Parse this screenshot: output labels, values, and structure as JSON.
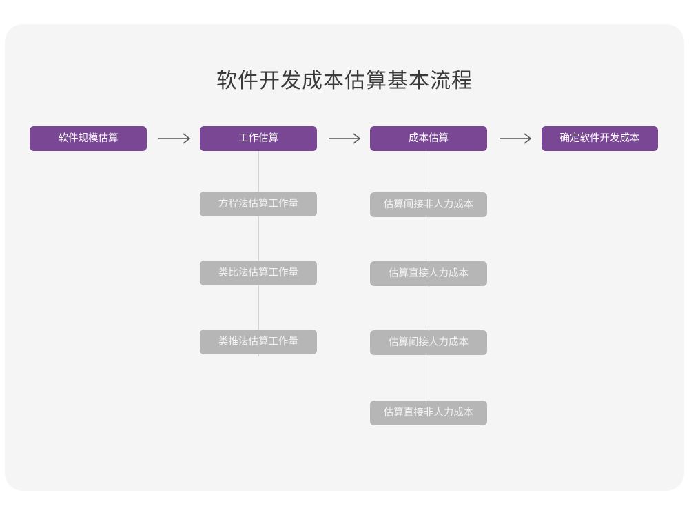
{
  "page": {
    "background_color": "#ffffff",
    "card_color": "#f5f5f5"
  },
  "title": "软件开发成本估算基本流程",
  "colors": {
    "primary": "#7a4794",
    "secondary": "#b6b6b6",
    "primary_text": "#ffffff",
    "secondary_text": "#f2f2f2",
    "title_text": "#3a3a3a",
    "connector": "#d2d2d2",
    "arrow": "#555555"
  },
  "flow": {
    "main_steps": [
      {
        "id": "step-1",
        "label": "软件规模估算"
      },
      {
        "id": "step-2",
        "label": "工作估算"
      },
      {
        "id": "step-3",
        "label": "成本估算"
      },
      {
        "id": "step-4",
        "label": "确定软件开发成本"
      }
    ],
    "arrows": [
      {
        "id": "arrow-1",
        "glyph": "arrow-right-icon",
        "from": "step-1",
        "to": "step-2"
      },
      {
        "id": "arrow-2",
        "glyph": "arrow-right-icon",
        "from": "step-2",
        "to": "step-3"
      },
      {
        "id": "arrow-3",
        "glyph": "arrow-right-icon",
        "from": "step-3",
        "to": "step-4"
      }
    ],
    "branches": [
      {
        "parent": "step-2",
        "items": [
          {
            "label": "方程法估算工作量"
          },
          {
            "label": "类比法估算工作量"
          },
          {
            "label": "类推法估算工作量"
          }
        ]
      },
      {
        "parent": "step-3",
        "items": [
          {
            "label": "估算间接非人力成本"
          },
          {
            "label": "估算直接人力成本"
          },
          {
            "label": "估算间接人力成本"
          },
          {
            "label": "估算直接非人力成本"
          }
        ]
      }
    ]
  }
}
